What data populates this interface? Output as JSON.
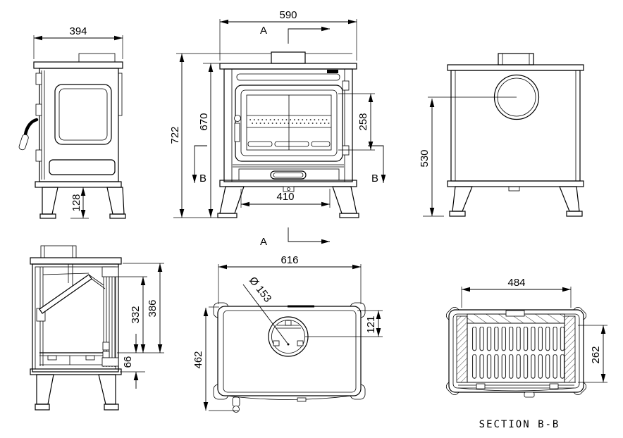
{
  "views": {
    "side": {
      "width": "394",
      "leg_height": "128"
    },
    "front": {
      "width": "590",
      "total_height": "722",
      "body_height": "670",
      "glass_height": "258",
      "leg_span": "410",
      "section_a": "A",
      "section_b": "B"
    },
    "rear": {
      "flue_center_height": "530"
    },
    "section_side": {
      "firebox_top_height": "386",
      "opening_height": "332",
      "base_gap": "66"
    },
    "top": {
      "width": "616",
      "depth": "462",
      "flue_diameter": "Ø 153",
      "flue_offset": "121"
    },
    "section_bb": {
      "grate_width": "484",
      "grate_depth": "262",
      "label": "SECTION B-B"
    }
  }
}
